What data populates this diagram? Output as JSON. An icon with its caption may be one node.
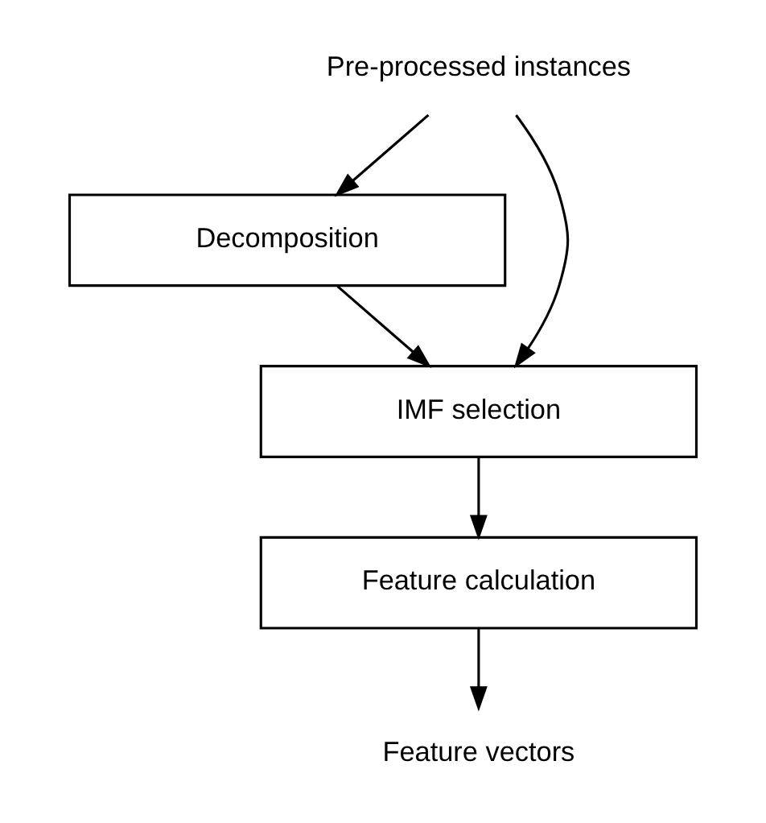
{
  "diagram": {
    "nodes": [
      {
        "text": [
          "Pre-processed instances"
        ]
      },
      {
        "text": [
          "Decomposition"
        ]
      },
      {
        "text": [
          "IMF selection"
        ]
      },
      {
        "text": [
          "Feature calculation"
        ]
      },
      {
        "text": [
          "Feature vectors"
        ]
      }
    ],
    "edges": [
      {
        "from": 0,
        "to": 1,
        "arrow": "to"
      },
      {
        "from": 1,
        "to": 2,
        "arrow": "to"
      },
      {
        "from": 0,
        "to": 2,
        "arrow": "to"
      },
      {
        "from": 2,
        "to": 3,
        "arrow": "to"
      },
      {
        "from": 3,
        "to": 4,
        "arrow": "to"
      }
    ]
  }
}
